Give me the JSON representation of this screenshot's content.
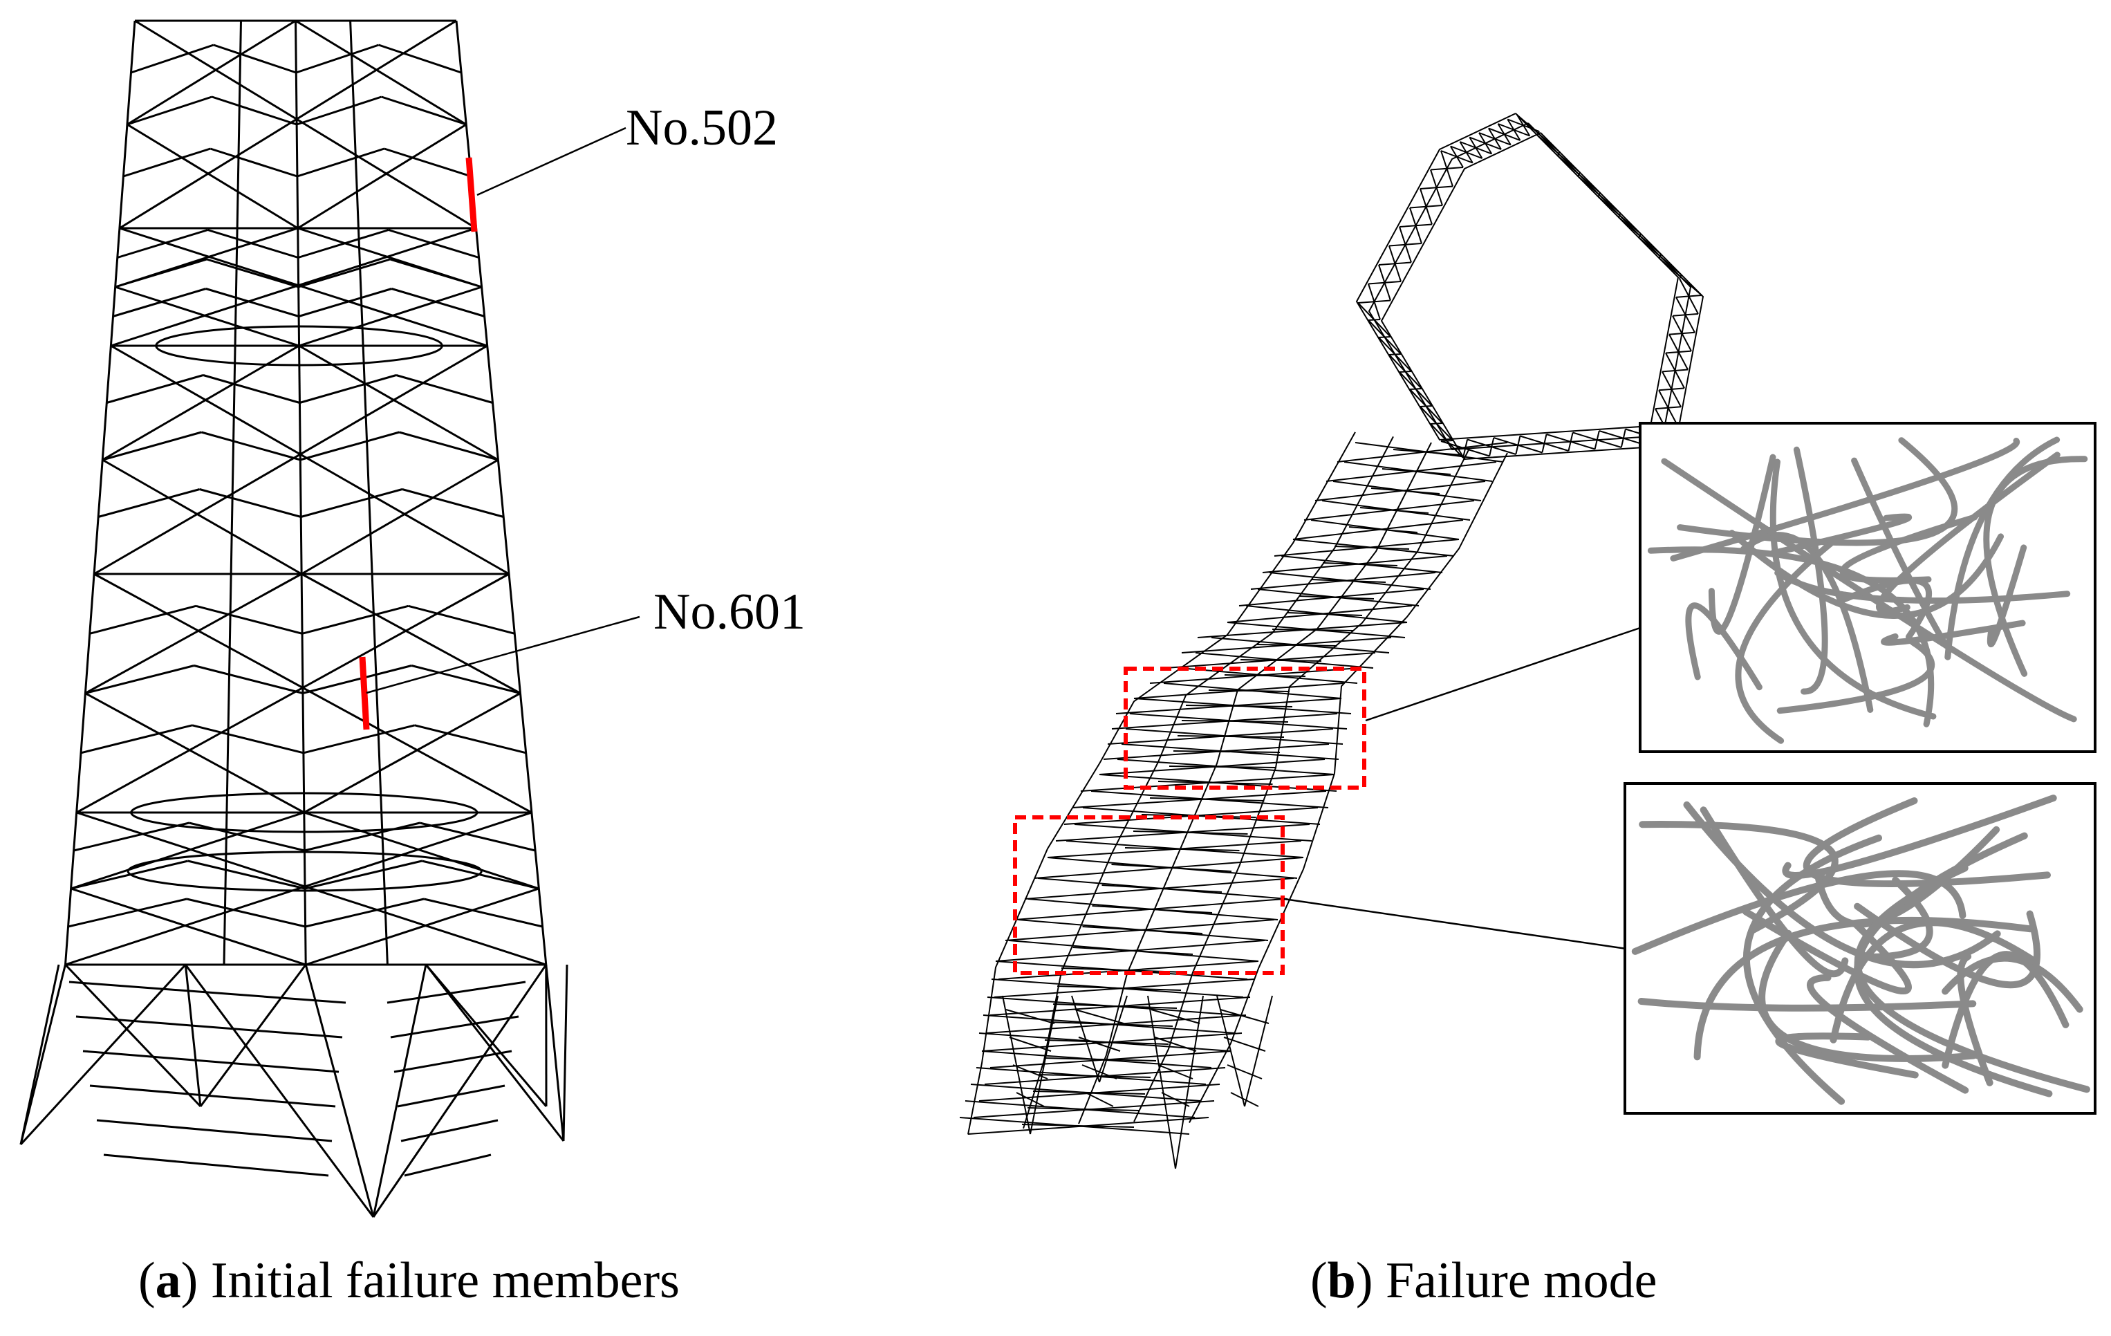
{
  "panel_a": {
    "caption_letter": "a",
    "caption_text": "Initial failure members",
    "members": [
      {
        "label": "No.502",
        "highlight_color": "#ff0000"
      },
      {
        "label": "No.601",
        "highlight_color": "#ff0000"
      }
    ]
  },
  "panel_b": {
    "caption_letter": "b",
    "caption_text": "Failure mode",
    "highlight_box_color": "#ff0000",
    "insets": [
      "upper-detail",
      "lower-detail"
    ]
  },
  "colors": {
    "lattice": "#000000",
    "failed_member": "#ff0000",
    "inset_member": "#8a8a8a"
  }
}
